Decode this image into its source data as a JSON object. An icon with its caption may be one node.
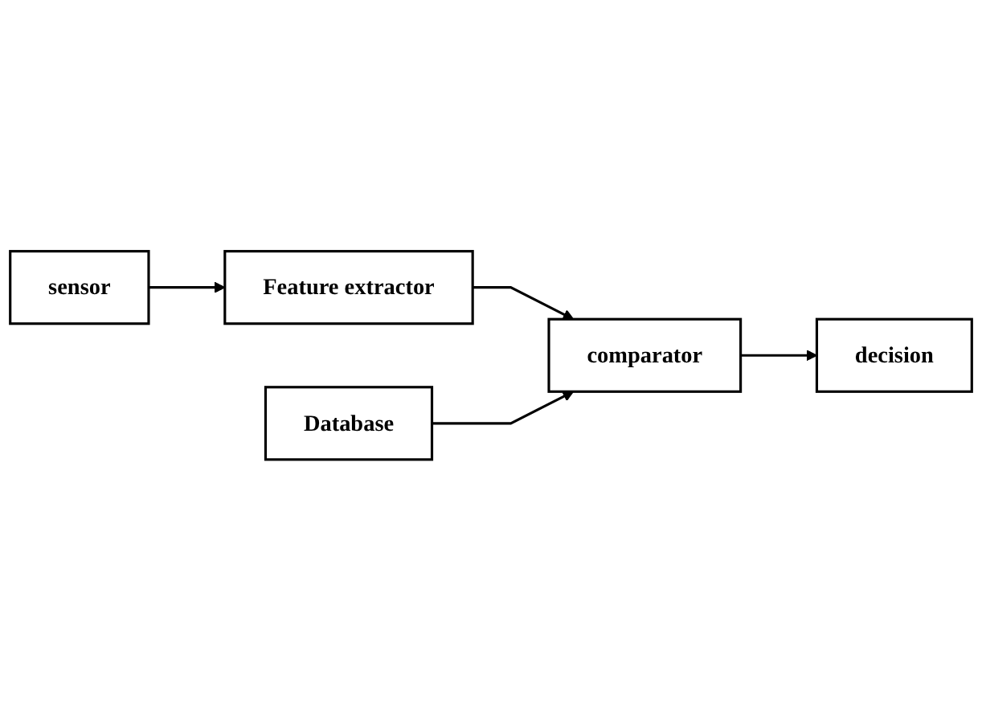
{
  "diagram": {
    "nodes": [
      {
        "text": [
          "sensor"
        ]
      },
      {
        "text": [
          "Feature extractor"
        ]
      },
      {
        "text": [
          "Database"
        ]
      },
      {
        "text": [
          "comparator"
        ]
      },
      {
        "text": [
          "decision"
        ]
      }
    ],
    "edges": [
      {
        "from": 0,
        "to": 1,
        "arrow": "to"
      },
      {
        "from": 1,
        "to": 3,
        "arrow": "to"
      },
      {
        "from": 2,
        "to": 3,
        "arrow": "to"
      },
      {
        "from": 3,
        "to": 4,
        "arrow": "to"
      }
    ]
  }
}
